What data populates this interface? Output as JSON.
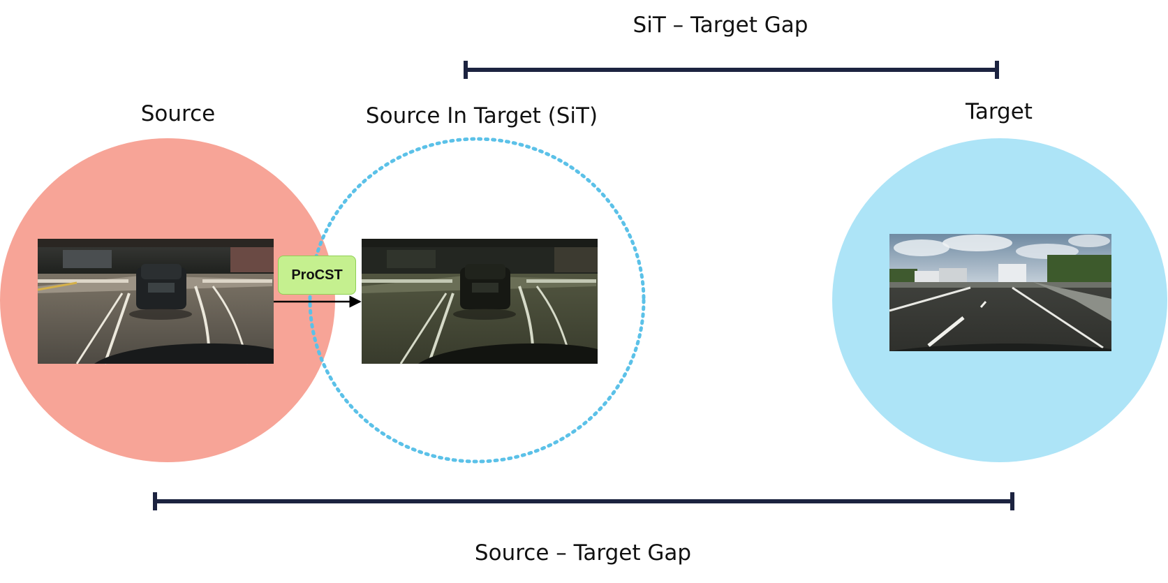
{
  "labels": {
    "source": "Source",
    "sit": "Source In Target (SiT)",
    "target": "Target",
    "sit_target_gap": "SiT – Target Gap",
    "source_target_gap": "Source – Target Gap",
    "procst": "ProCST"
  },
  "colors": {
    "source_circle": "#f7a497",
    "target_circle": "#ade4f7",
    "sit_dotted": "#5bc1e8",
    "gap_bar": "#1c2340",
    "procst_box": "#c5f08f"
  },
  "images": {
    "source": "gta-road-scene-photo",
    "sit": "translated-road-scene-photo",
    "target": "cityscapes-road-scene-photo"
  }
}
